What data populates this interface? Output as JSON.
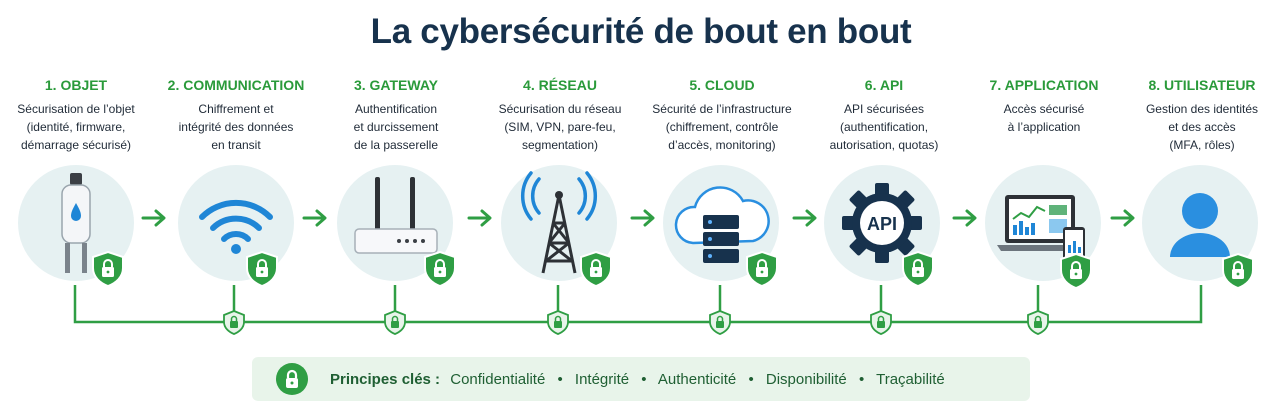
{
  "title": "La cybersécurité de bout en bout",
  "steps": [
    {
      "number": "1.",
      "name": "OBJET",
      "lines": [
        "Sécurisation de l’objet",
        "(identité, firmware,",
        "démarrage sécurisé)"
      ],
      "icon": "sensor-icon"
    },
    {
      "number": "2.",
      "name": "COMMUNICATION",
      "lines": [
        "Chiffrement et",
        "intégrité des données",
        "en transit"
      ],
      "icon": "wifi-icon"
    },
    {
      "number": "3.",
      "name": "GATEWAY",
      "lines": [
        "Authentification",
        "et durcissement",
        "de la passerelle"
      ],
      "icon": "router-icon"
    },
    {
      "number": "4.",
      "name": "RÉSEAU",
      "lines": [
        "Sécurisation du réseau",
        "(SIM, VPN, pare-feu,",
        "segmentation)"
      ],
      "icon": "antenna-tower-icon"
    },
    {
      "number": "5.",
      "name": "CLOUD",
      "lines": [
        "Sécurité de l’infrastructure",
        "(chiffrement, contrôle",
        "d’accès, monitoring)"
      ],
      "icon": "cloud-server-icon"
    },
    {
      "number": "6.",
      "name": "API",
      "lines": [
        "API sécurisées",
        "(authentification,",
        "autorisation, quotas)"
      ],
      "icon": "api-gear-icon",
      "icon_text": "API"
    },
    {
      "number": "7.",
      "name": "APPLICATION",
      "lines": [
        "Accès sécurisé",
        "à l’application"
      ],
      "icon": "laptop-dashboard-icon"
    },
    {
      "number": "8.",
      "name": "UTILISATEUR",
      "lines": [
        "Gestion des identités",
        "et des accès",
        "(MFA, rôles)"
      ],
      "icon": "user-icon"
    }
  ],
  "principles": {
    "label": "Principes clés :",
    "items": [
      "Confidentialité",
      "Intégrité",
      "Authenticité",
      "Disponibilité",
      "Traçabilité"
    ],
    "separator": "•"
  },
  "colors": {
    "accent_green": "#2f9e44",
    "title_navy": "#17324d",
    "icon_blue": "#1f86d6",
    "icon_dark": "#17324d",
    "circle_bg": "#e6f1f2"
  }
}
